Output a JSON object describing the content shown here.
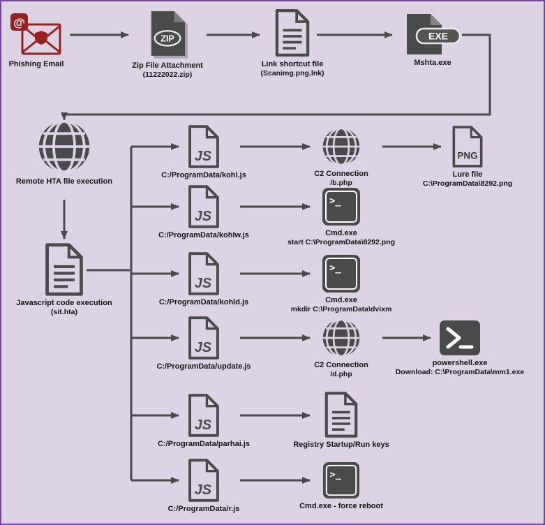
{
  "colors": {
    "background": "#dcd3e4",
    "border": "#7b3fa0",
    "icon_gray": "#4a4a4a",
    "email_red": "#9a2020",
    "text": "#141414"
  },
  "nodes": {
    "phishing": {
      "label": "Phishing Email"
    },
    "zip": {
      "label": "Zip File Attachment",
      "sub": "(11222022.zip)"
    },
    "lnk": {
      "label": "Link shortcut file",
      "sub": "(Scanimg.png.lnk)"
    },
    "mshta": {
      "label": "Mshta.exe"
    },
    "hta": {
      "label": "Remote HTA file execution"
    },
    "jsexec": {
      "label": "Javascript code execution",
      "sub": "(sit.hta)"
    }
  },
  "branches": [
    {
      "js": "C:/ProgramData/kohl.js",
      "target": "C2 Connection",
      "target_sub": "/b.php",
      "extra": "Lure file",
      "extra_sub": "C:\\ProgramData\\8292.png"
    },
    {
      "js": "C:/ProgramData/kohlw.js",
      "target": "Cmd.exe",
      "target_sub": "start C:\\ProgramData\\8292.png"
    },
    {
      "js": "C:/ProgramData/kohld.js",
      "target": "Cmd.exe",
      "target_sub": "mkdir C:\\ProgramData\\dvixm"
    },
    {
      "js": "C:/ProgramData/update.js",
      "target": "C2 Connection",
      "target_sub": "/d.php",
      "extra": "powershell.exe",
      "extra_sub": "Download: C:\\ProgramData\\mm1.exe"
    },
    {
      "js": "C:/ProgramData/parhai.js",
      "target": "Registry Startup/Run keys",
      "target_sub": ""
    },
    {
      "js": "C:/ProgramData/r.js",
      "target": "Cmd.exe - force reboot",
      "target_sub": ""
    }
  ],
  "icon_glyphs": {
    "zip": "ZIP",
    "exe": "EXE",
    "js": "JS",
    "png": "PNG",
    "email_at": "@",
    "terminal_prompt": ">_"
  }
}
